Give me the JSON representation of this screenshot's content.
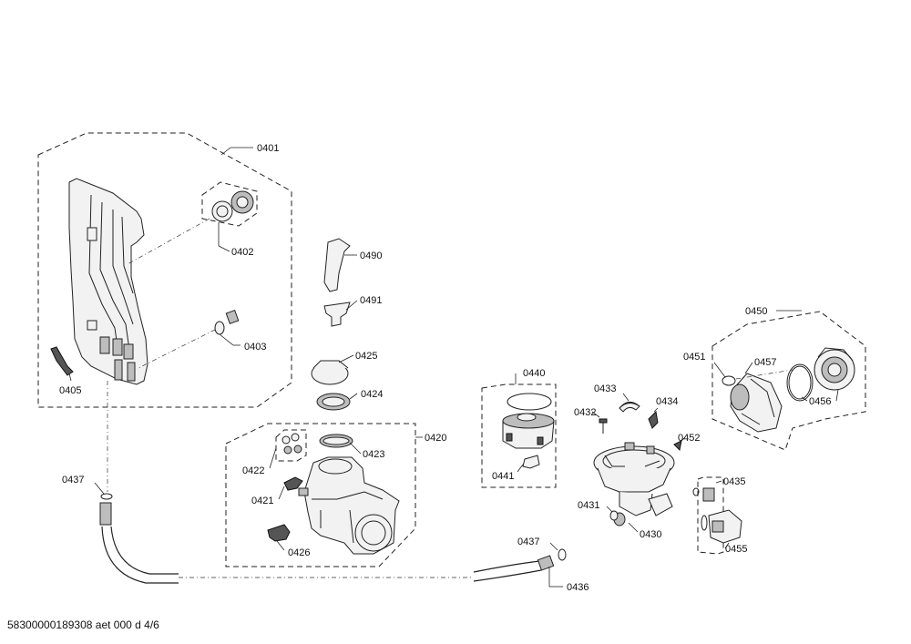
{
  "diagram": {
    "labels": {
      "p0401": "0401",
      "p0402": "0402",
      "p0403": "0403",
      "p0405": "0405",
      "p0490": "0490",
      "p0491": "0491",
      "p0425": "0425",
      "p0424": "0424",
      "p0420": "0420",
      "p0423": "0423",
      "p0422": "0422",
      "p0421": "0421",
      "p0426": "0426",
      "p0440": "0440",
      "p0441": "0441",
      "p0433": "0433",
      "p0434": "0434",
      "p0432": "0432",
      "p0452": "0452",
      "p0431": "0431",
      "p0430": "0430",
      "p0450": "0450",
      "p0451": "0451",
      "p0457": "0457",
      "p0456": "0456",
      "p0435": "0435",
      "p0455": "0455",
      "p0437a": "0437",
      "p0437b": "0437",
      "p0436": "0436"
    },
    "footer": "58300000189308 aet 000 d 4/6"
  }
}
